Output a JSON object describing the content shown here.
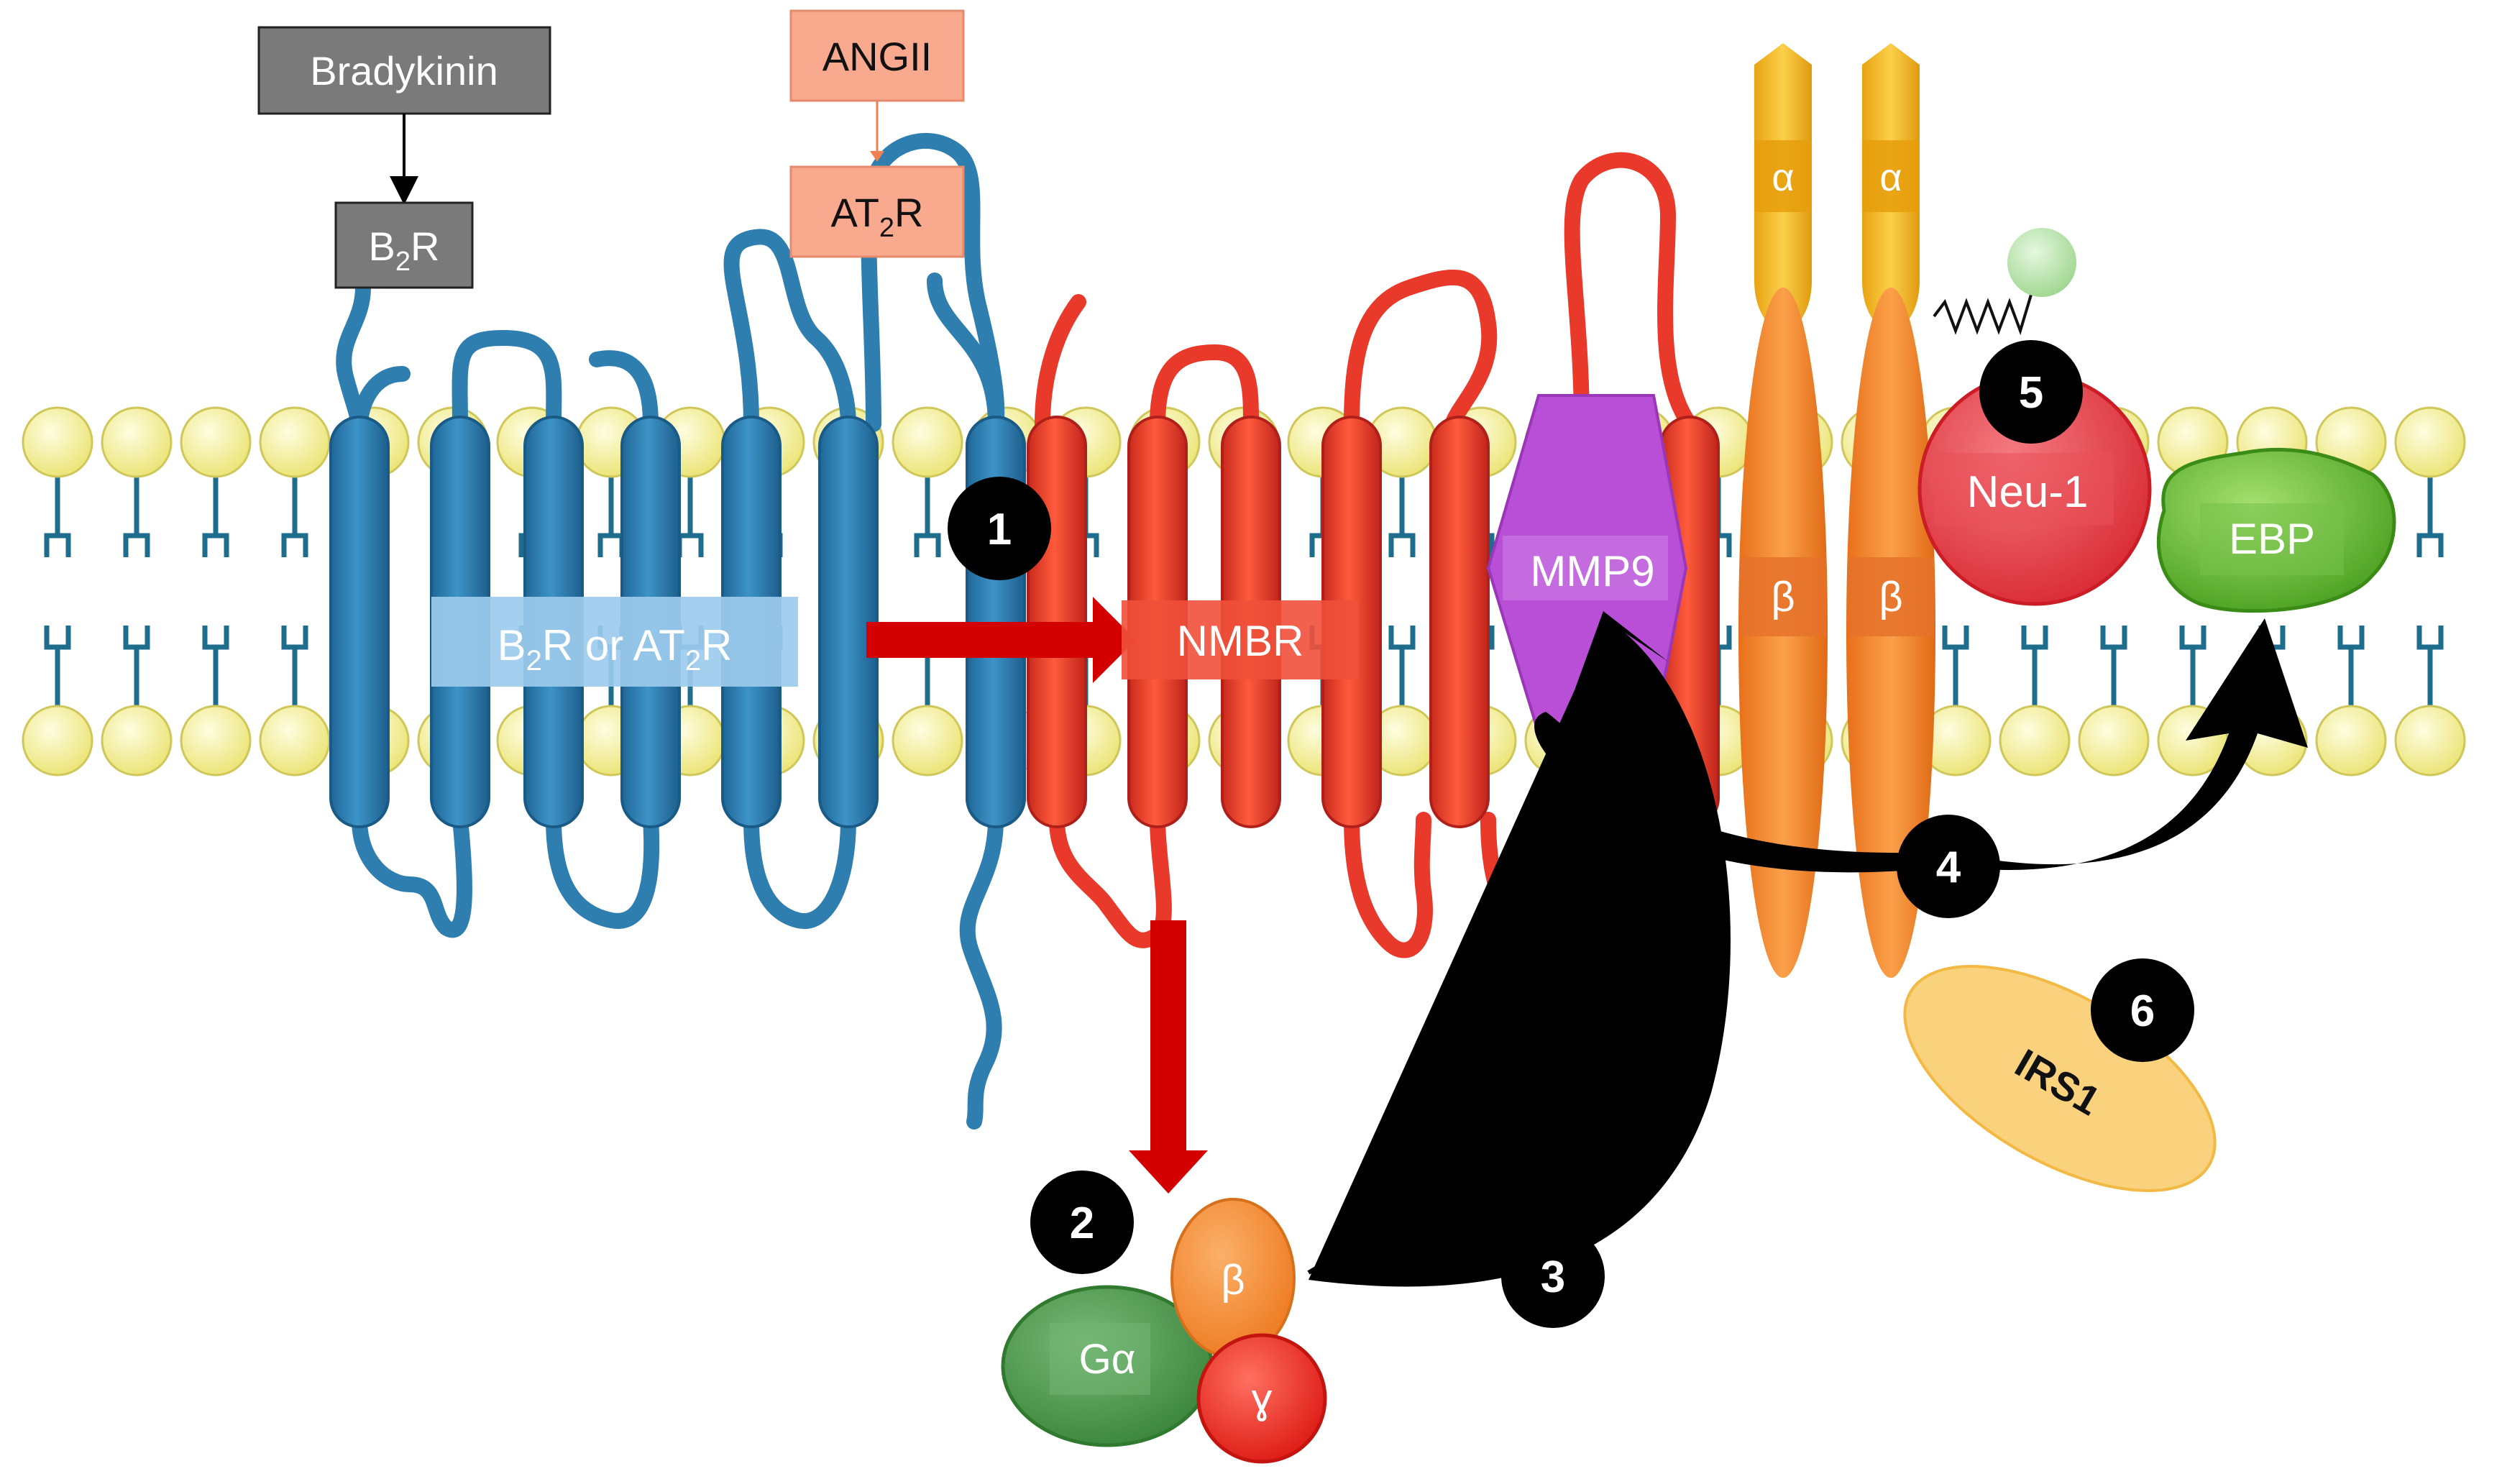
{
  "ligands": {
    "bradykinin": "Bradykinin",
    "angii": "ANGII"
  },
  "receptors": {
    "b2r": {
      "main": "B",
      "sub": "2",
      "tail": "R"
    },
    "at2r": {
      "main": "AT",
      "sub": "2",
      "tail": "R"
    },
    "combined": {
      "a": "B",
      "a_sub": "2",
      "b": "R or AT",
      "b_sub": "2",
      "c": "R"
    }
  },
  "proteins": {
    "nmbr": "NMBR",
    "mmp9": "MMP9",
    "alpha1": "α",
    "alpha2": "α",
    "beta1": "β",
    "beta2": "β",
    "neu1": "Neu-1",
    "ebp": "EBP",
    "irs1": "IRS1",
    "g_alpha": "Gα",
    "g_beta": "β",
    "g_gamma": "ɣ"
  },
  "steps": [
    "1",
    "2",
    "3",
    "4",
    "5",
    "6"
  ],
  "colors": {
    "blue_receptor": "#2e7fb0",
    "red_receptor": "#e8392a",
    "mmp9": "#b54fd6",
    "integrin": "#f48a2c",
    "integrin_alpha": "#f2b318",
    "neu1": "#e73c45",
    "ebp": "#66bb33",
    "irs1": "#fad27d",
    "g_alpha": "#4c9a4c",
    "g_beta": "#f38b2f",
    "g_gamma": "#e0201f",
    "lipid_head": "#f3ef9e",
    "lipid_tail": "#1f6d8c",
    "arrow_red": "#d40000",
    "step_badge": "#000000"
  }
}
